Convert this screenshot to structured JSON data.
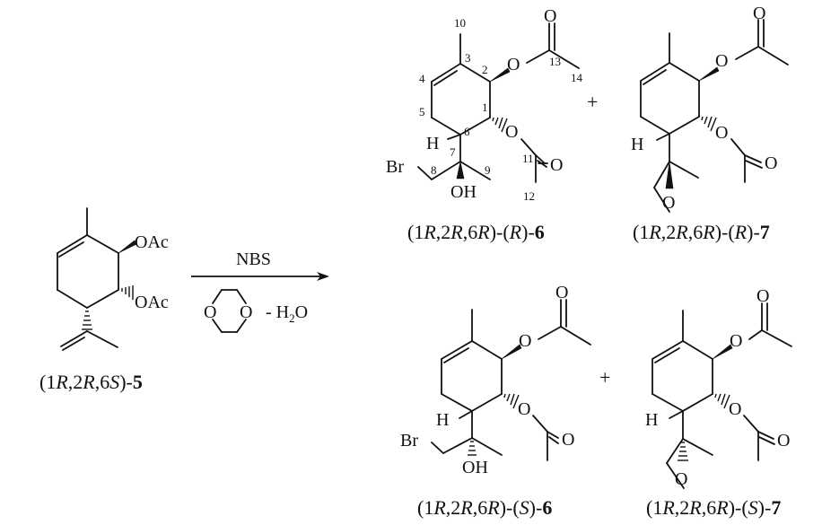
{
  "reaction": {
    "reagent_top": "NBS",
    "reagent_bottom": "- H2O",
    "reagent_bottom_main": "- H",
    "reagent_bottom_sub": "2",
    "reagent_bottom_tail": "O",
    "dioxane_o": "O",
    "plus": "+"
  },
  "atoms": {
    "oac": "OAc",
    "o": "O",
    "oh": "OH",
    "h": "H",
    "br": "Br"
  },
  "numbering": [
    "1",
    "2",
    "3",
    "4",
    "5",
    "6",
    "7",
    "8",
    "9",
    "10",
    "11",
    "12",
    "13",
    "14"
  ],
  "compounds": {
    "sm": {
      "pre": "(1",
      "c1": "R",
      "mid1": ",2",
      "c2": "R",
      "mid2": ",6",
      "c3": "S",
      "post": ")-",
      "num": "5"
    },
    "r6": {
      "pre": "(1",
      "c1": "R",
      "mid1": ",2",
      "c2": "R",
      "mid2": ",6",
      "c3": "R",
      "mid3": ")-(",
      "c4": "R",
      "post": ")-",
      "num": "6"
    },
    "r7": {
      "pre": "(1",
      "c1": "R",
      "mid1": ",2",
      "c2": "R",
      "mid2": ",6",
      "c3": "R",
      "mid3": ")-(",
      "c4": "R",
      "post": ")-",
      "num": "7"
    },
    "s6": {
      "pre": "(1",
      "c1": "R",
      "mid1": ",2",
      "c2": "R",
      "mid2": ",6",
      "c3": "R",
      "mid3": ")-(",
      "c4": "S",
      "post": ")-",
      "num": "6"
    },
    "s7": {
      "pre": "(1",
      "c1": "R",
      "mid1": ",2",
      "c2": "R",
      "mid2": ",6",
      "c3": "R",
      "mid3": ")-(",
      "c4": "S",
      "post": ")-",
      "num": "7"
    }
  }
}
